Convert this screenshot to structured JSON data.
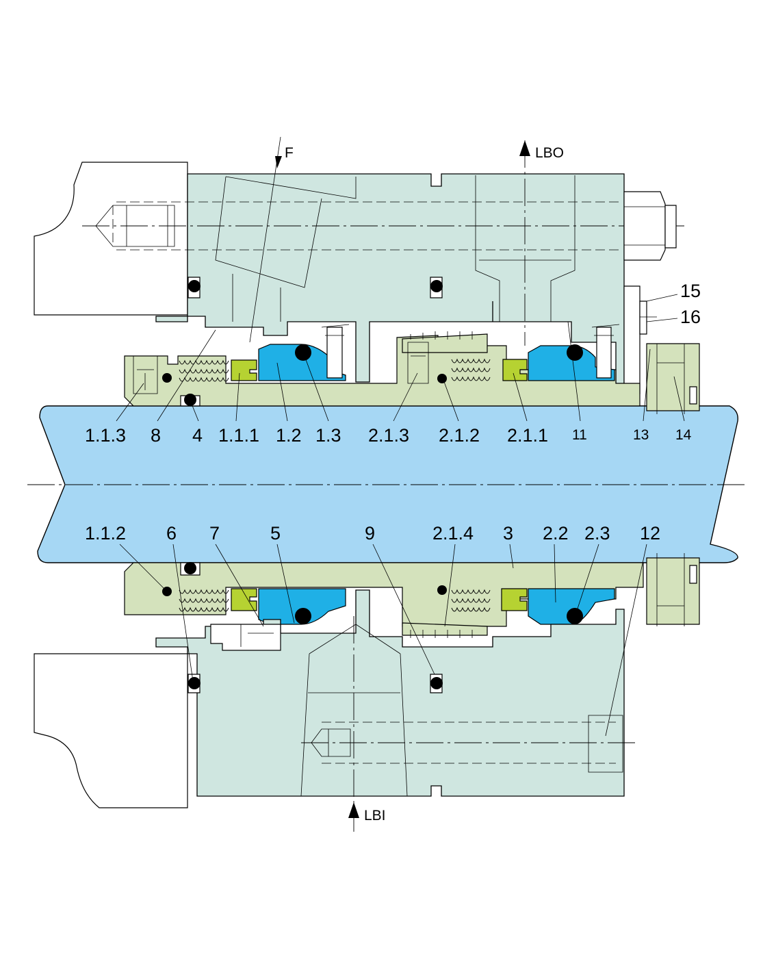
{
  "labels_top": [
    {
      "id": "l113",
      "text": "1.1.3"
    },
    {
      "id": "l8",
      "text": "8"
    },
    {
      "id": "l4",
      "text": "4"
    },
    {
      "id": "l111",
      "text": "1.1.1"
    },
    {
      "id": "l12",
      "text": "1.2"
    },
    {
      "id": "l13",
      "text": "1.3"
    },
    {
      "id": "l213",
      "text": "2.1.3"
    },
    {
      "id": "l212",
      "text": "2.1.2"
    },
    {
      "id": "l211",
      "text": "2.1.1"
    },
    {
      "id": "l11",
      "text": "11"
    },
    {
      "id": "l13b",
      "text": "13"
    },
    {
      "id": "l14",
      "text": "14"
    }
  ],
  "labels_bottom": [
    {
      "id": "l112",
      "text": "1.1.2"
    },
    {
      "id": "l6",
      "text": "6"
    },
    {
      "id": "l7",
      "text": "7"
    },
    {
      "id": "l5",
      "text": "5"
    },
    {
      "id": "l9",
      "text": "9"
    },
    {
      "id": "l214",
      "text": "2.1.4"
    },
    {
      "id": "l3",
      "text": "3"
    },
    {
      "id": "l22",
      "text": "2.2"
    },
    {
      "id": "l23",
      "text": "2.3"
    },
    {
      "id": "l12b",
      "text": "12"
    }
  ],
  "labels_right": [
    {
      "id": "l15",
      "text": "15"
    },
    {
      "id": "l16",
      "text": "16"
    }
  ],
  "ports": {
    "flush": "F",
    "outlet": "LBO",
    "inlet": "LBI"
  },
  "colors": {
    "housing": "#cfe6e0",
    "sleeve": "#d4e2bc",
    "seat": "#1fb0e6",
    "face": "#b6d232",
    "shaft": "#a6d7f4"
  }
}
